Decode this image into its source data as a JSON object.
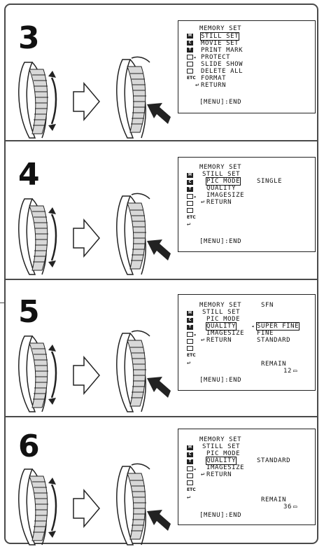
{
  "steps": [
    {
      "number": "3",
      "menu": {
        "title": "MEMORY SET",
        "items": [
          "STILL SET",
          "MOVIE SET",
          "PRINT MARK",
          "PROTECT",
          "SLIDE SHOW",
          "DELETE ALL",
          "FORMAT",
          "RETURN"
        ],
        "footer": "[MENU]:END"
      }
    },
    {
      "number": "4",
      "menu": {
        "title": "MEMORY SET",
        "sub": "STILL SET",
        "items": [
          "PIC MODE",
          "QUALITY",
          "IMAGESIZE",
          "RETURN"
        ],
        "value": "SINGLE",
        "footer": "[MENU]:END"
      }
    },
    {
      "number": "5",
      "menu": {
        "title": "MEMORY SET",
        "title_right": "SFN",
        "sub": "STILL SET",
        "items": [
          "PIC MODE",
          "QUALITY",
          "IMAGESIZE",
          "RETURN"
        ],
        "options": [
          "SUPER FINE",
          "FINE",
          "STANDARD"
        ],
        "remain_label": "REMAIN",
        "remain_value": "12",
        "footer": "[MENU]:END"
      }
    },
    {
      "number": "6",
      "menu": {
        "title": "MEMORY SET",
        "sub": "STILL SET",
        "items": [
          "PIC MODE",
          "QUALITY",
          "IMAGESIZE",
          "RETURN"
        ],
        "value": "STANDARD",
        "remain_label": "REMAIN",
        "remain_value": "36",
        "footer": "[MENU]:END"
      }
    }
  ],
  "icons": {
    "etc": "ETC",
    "return": "↩",
    "arrow_left": "◂",
    "camera": "▭"
  },
  "colors": {
    "line": "#4a4a4a",
    "text": "#111111"
  }
}
